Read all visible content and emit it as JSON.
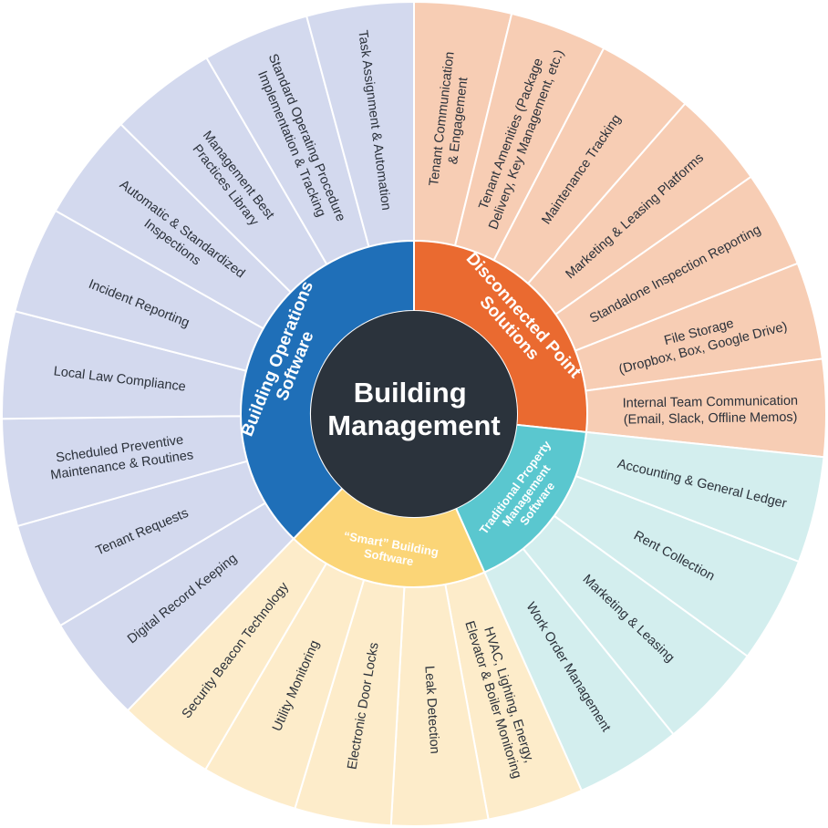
{
  "center": {
    "lines": [
      "Building",
      "Management"
    ],
    "color": "#2b333c"
  },
  "categories": [
    {
      "id": "disconnected",
      "label_lines": [
        "Disconnected Point",
        "Solutions"
      ],
      "ring_color": "#ea6a30",
      "outer_color": "#f7cdb4",
      "items": [
        [
          "Tenant Communication",
          "& Engagement"
        ],
        [
          "Tenant Amenities (Package",
          "Delivery, Key Management, etc.)"
        ],
        [
          "Maintenance Tracking"
        ],
        [
          "Marketing & Leasing Platforms"
        ],
        [
          "Standalone Inspection Reporting"
        ],
        [
          "File Storage",
          "(Dropbox, Box, Google Drive)"
        ],
        [
          "Internal Team Communication",
          "(Email, Slack, Offline Memos)"
        ]
      ]
    },
    {
      "id": "traditional",
      "label_lines": [
        "Traditional Property",
        "Management",
        "Software"
      ],
      "ring_color": "#5ac7cf",
      "outer_color": "#d3eeee",
      "items": [
        [
          "Accounting & General Ledger"
        ],
        [
          "Rent Collection"
        ],
        [
          "Marketing & Leasing"
        ],
        [
          "Work Order Management"
        ]
      ]
    },
    {
      "id": "smart",
      "label_lines": [
        "“Smart” Building",
        "Software"
      ],
      "ring_color": "#fbd577",
      "outer_color": "#fdecca",
      "items": [
        [
          "HVAC, Lighting, Energy,",
          "Elevator & Boiler Monitoring"
        ],
        [
          "Leak Detection"
        ],
        [
          "Electronic Door Locks"
        ],
        [
          "Utility Monitoring"
        ],
        [
          "Security Beacon Technology"
        ]
      ]
    },
    {
      "id": "operations",
      "label_lines": [
        "Building Operations",
        "Software"
      ],
      "ring_color": "#1f6fb8",
      "outer_color": "#d3d9ee",
      "items": [
        [
          "Digital Record Keeping"
        ],
        [
          "Tenant Requests"
        ],
        [
          "Scheduled Preventive",
          "Maintenance & Routines"
        ],
        [
          "Local Law Compliance"
        ],
        [
          "Incident Reporting"
        ],
        [
          "Automatic & Standardized",
          "Inspections"
        ],
        [
          "Management Best",
          "Practices Library"
        ],
        [
          "Standard Operating Procedure",
          "Implementation & Tracking"
        ],
        [
          "Task Assignment & Automation"
        ]
      ]
    }
  ]
}
